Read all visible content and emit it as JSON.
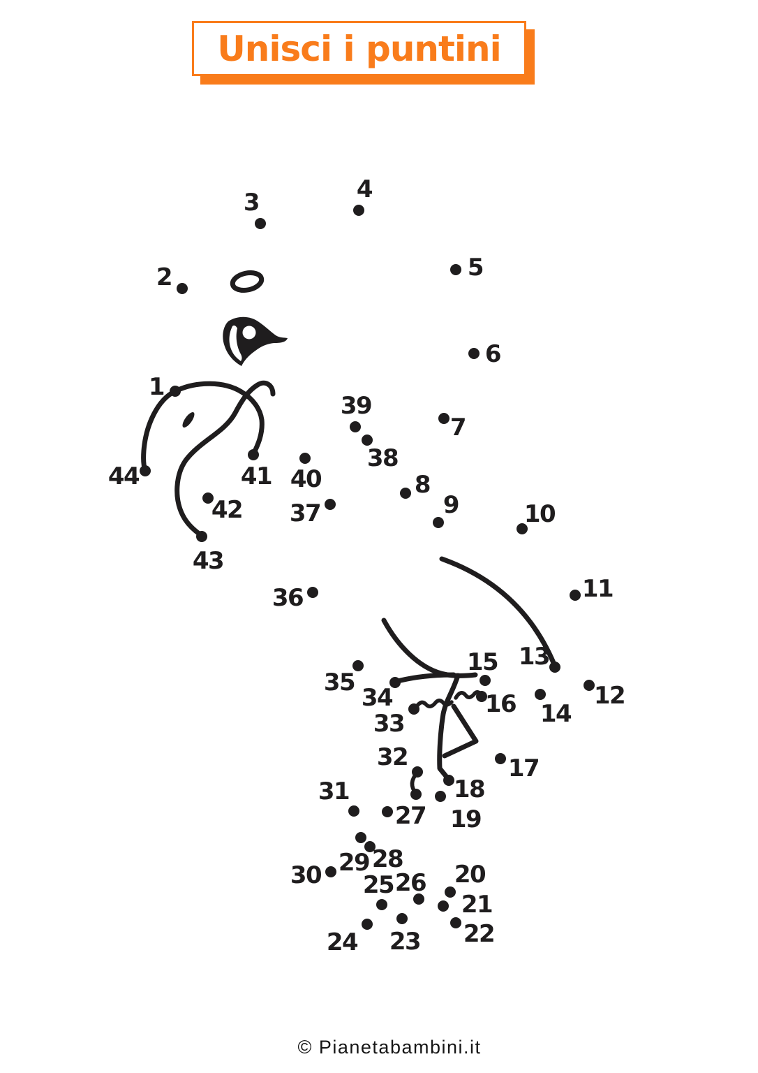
{
  "banner": {
    "label": "Unisci i puntini",
    "accent_color": "#F97C1B",
    "background": "#ffffff"
  },
  "footer": {
    "credit": "© Pianetabambini.it"
  },
  "puzzle": {
    "ink_color": "#1F1D1E",
    "dot_radius": 8,
    "dot_count": 44,
    "points": [
      {
        "n": "1",
        "dot": [
          251,
          560
        ],
        "label": [
          224,
          554
        ]
      },
      {
        "n": "2",
        "dot": [
          261,
          413
        ],
        "label": [
          235,
          397
        ]
      },
      {
        "n": "3",
        "dot": [
          373,
          320
        ],
        "label": [
          360,
          290
        ]
      },
      {
        "n": "4",
        "dot": [
          514,
          301
        ],
        "label": [
          522,
          271
        ]
      },
      {
        "n": "5",
        "dot": [
          653,
          386
        ],
        "label": [
          681,
          383
        ]
      },
      {
        "n": "6",
        "dot": [
          679,
          506
        ],
        "label": [
          706,
          507
        ]
      },
      {
        "n": "7",
        "dot": [
          636,
          599
        ],
        "label": [
          656,
          612
        ]
      },
      {
        "n": "8",
        "dot": [
          581,
          706
        ],
        "label": [
          605,
          694
        ]
      },
      {
        "n": "9",
        "dot": [
          628,
          748
        ],
        "label": [
          646,
          723
        ]
      },
      {
        "n": "10",
        "dot": [
          748,
          757
        ],
        "label": [
          773,
          736
        ]
      },
      {
        "n": "11",
        "dot": [
          824,
          852
        ],
        "label": [
          856,
          843
        ]
      },
      {
        "n": "12",
        "dot": [
          844,
          981
        ],
        "label": [
          873,
          996
        ]
      },
      {
        "n": "13",
        "dot": [
          795,
          955
        ],
        "label": [
          765,
          940
        ]
      },
      {
        "n": "14",
        "dot": [
          774,
          994
        ],
        "label": [
          796,
          1022
        ]
      },
      {
        "n": "15",
        "dot": [
          695,
          974
        ],
        "label": [
          691,
          948
        ]
      },
      {
        "n": "16",
        "dot": [
          690,
          997
        ],
        "label": [
          717,
          1008
        ]
      },
      {
        "n": "17",
        "dot": [
          717,
          1086
        ],
        "label": [
          750,
          1100
        ]
      },
      {
        "n": "18",
        "dot": [
          643,
          1117
        ],
        "label": [
          672,
          1130
        ]
      },
      {
        "n": "19",
        "dot": [
          631,
          1140
        ],
        "label": [
          667,
          1173
        ]
      },
      {
        "n": "20",
        "dot": [
          645,
          1277
        ],
        "label": [
          673,
          1252
        ]
      },
      {
        "n": "21",
        "dot": [
          635,
          1297
        ],
        "label": [
          683,
          1295
        ]
      },
      {
        "n": "22",
        "dot": [
          653,
          1321
        ],
        "label": [
          686,
          1337
        ]
      },
      {
        "n": "23",
        "dot": [
          576,
          1315
        ],
        "label": [
          580,
          1348
        ]
      },
      {
        "n": "24",
        "dot": [
          526,
          1323
        ],
        "label": [
          490,
          1349
        ]
      },
      {
        "n": "25",
        "dot": [
          547,
          1295
        ],
        "label": [
          542,
          1267
        ]
      },
      {
        "n": "26",
        "dot": [
          600,
          1287
        ],
        "label": [
          588,
          1264
        ]
      },
      {
        "n": "27",
        "dot": [
          555,
          1162
        ],
        "label": [
          588,
          1168
        ]
      },
      {
        "n": "28",
        "dot": [
          530,
          1212
        ],
        "label": [
          555,
          1230
        ]
      },
      {
        "n": "29",
        "dot": [
          517,
          1199
        ],
        "label": [
          507,
          1235
        ]
      },
      {
        "n": "30",
        "dot": [
          474,
          1248
        ],
        "label": [
          438,
          1253
        ]
      },
      {
        "n": "31",
        "dot": [
          507,
          1161
        ],
        "label": [
          478,
          1133
        ]
      },
      {
        "n": "32",
        "dot": [
          598,
          1105
        ],
        "label": [
          562,
          1084
        ]
      },
      {
        "n": "33",
        "dot": [
          593,
          1015
        ],
        "label": [
          557,
          1036
        ]
      },
      {
        "n": "34",
        "dot": [
          566,
          977
        ],
        "label": [
          540,
          999
        ]
      },
      {
        "n": "35",
        "dot": [
          513,
          953
        ],
        "label": [
          486,
          977
        ]
      },
      {
        "n": "36",
        "dot": [
          448,
          848
        ],
        "label": [
          412,
          856
        ]
      },
      {
        "n": "37",
        "dot": [
          473,
          722
        ],
        "label": [
          437,
          735
        ]
      },
      {
        "n": "38",
        "dot": [
          526,
          630
        ],
        "label": [
          548,
          656
        ]
      },
      {
        "n": "39",
        "dot": [
          509,
          611
        ],
        "label": [
          510,
          581
        ]
      },
      {
        "n": "40",
        "dot": [
          437,
          656
        ],
        "label": [
          438,
          686
        ]
      },
      {
        "n": "41",
        "dot": [
          363,
          651
        ],
        "label": [
          367,
          682
        ]
      },
      {
        "n": "42",
        "dot": [
          298,
          713
        ],
        "label": [
          325,
          730
        ]
      },
      {
        "n": "43",
        "dot": [
          289,
          768
        ],
        "label": [
          298,
          803
        ]
      },
      {
        "n": "44",
        "dot": [
          208,
          674
        ],
        "label": [
          177,
          682
        ]
      }
    ],
    "extra_art_dots": [
      [
        596,
        1137
      ]
    ]
  }
}
